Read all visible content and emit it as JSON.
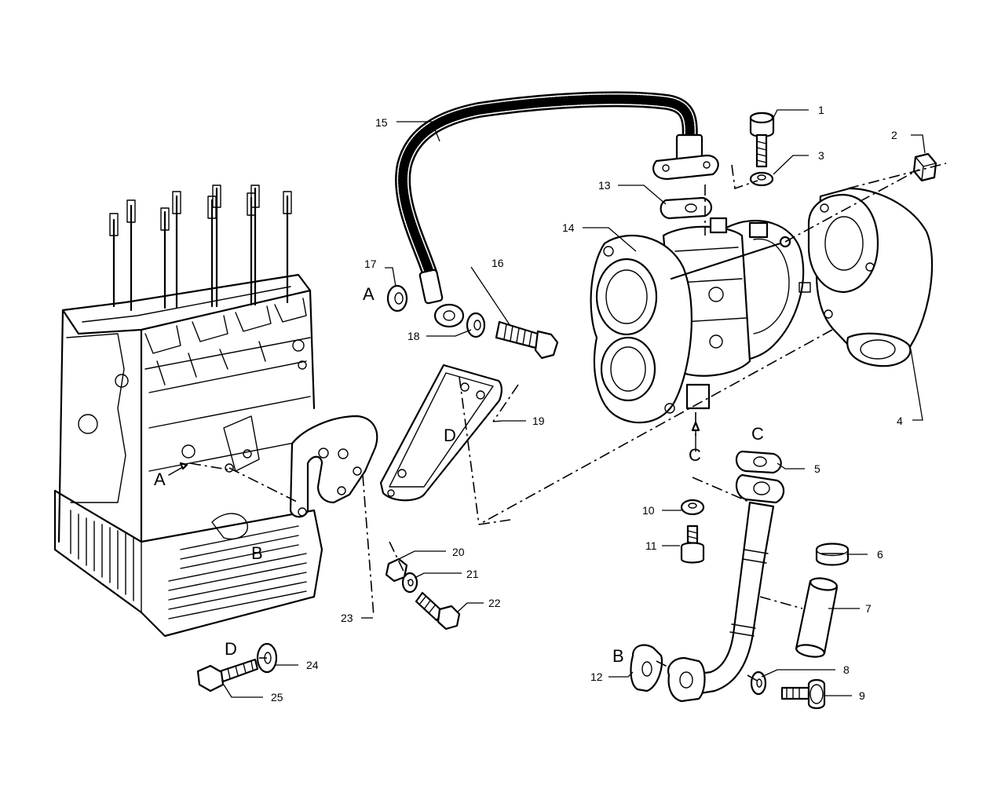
{
  "callouts": {
    "c1": "1",
    "c2": "2",
    "c3": "3",
    "c4": "4",
    "c5": "5",
    "c6": "6",
    "c7": "7",
    "c8": "8",
    "c9": "9",
    "c10": "10",
    "c11": "11",
    "c12": "12",
    "c13": "13",
    "c14": "14",
    "c15": "15",
    "c16": "16",
    "c17": "17",
    "c18": "18",
    "c19": "19",
    "c20": "20",
    "c21": "21",
    "c22": "22",
    "c23": "23",
    "c24": "24",
    "c25": "25"
  },
  "refs": {
    "a": "A",
    "b": "B",
    "c": "C",
    "d": "D"
  }
}
